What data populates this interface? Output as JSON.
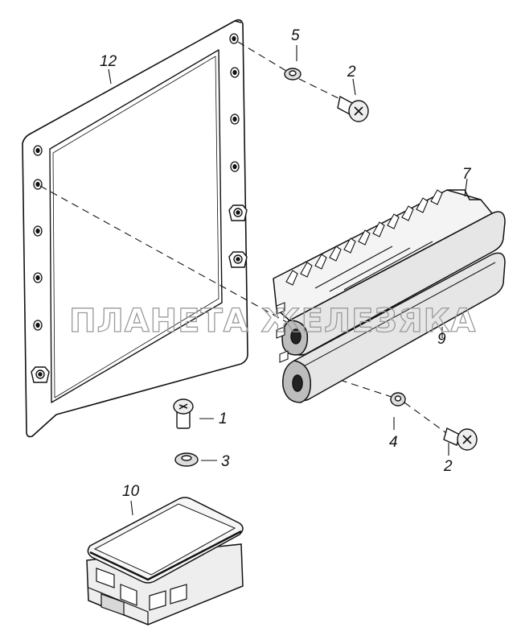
{
  "diagram": {
    "watermark": "ПЛАНЕТА ЖЕЛЕЗЯКА",
    "callouts": {
      "c1": "1",
      "c2a": "2",
      "c2b": "2",
      "c3": "3",
      "c4": "4",
      "c5": "5",
      "c7": "7",
      "c9": "9",
      "c10": "10",
      "c12": "12"
    },
    "parts": [
      {
        "number": "1",
        "kind": "screw"
      },
      {
        "number": "2",
        "kind": "screw"
      },
      {
        "number": "3",
        "kind": "washer"
      },
      {
        "number": "4",
        "kind": "washer"
      },
      {
        "number": "5",
        "kind": "washer"
      },
      {
        "number": "7",
        "kind": "connector-block-upper"
      },
      {
        "number": "9",
        "kind": "connector-block-lower"
      },
      {
        "number": "10",
        "kind": "cover-block"
      },
      {
        "number": "12",
        "kind": "mounting-frame"
      }
    ]
  }
}
